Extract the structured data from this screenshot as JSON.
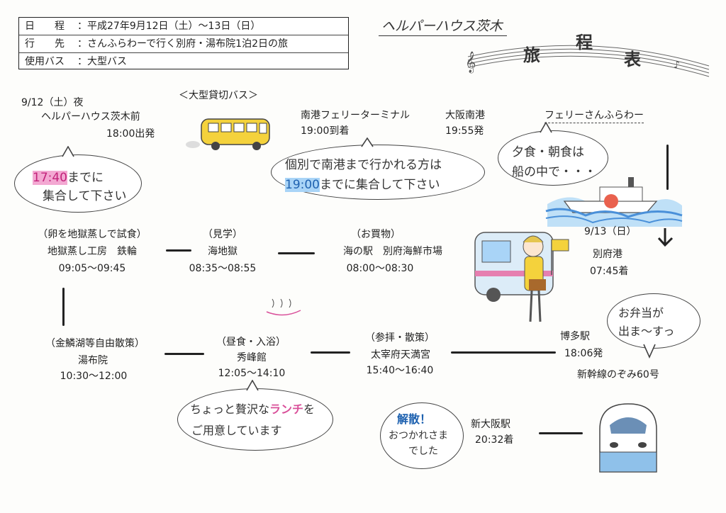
{
  "header": {
    "rows": [
      {
        "label": "日　　程",
        "value": "平成27年9月12日（土）～13日（日）"
      },
      {
        "label": "行　　先",
        "value": "さんふらわーで行く別府・湯布院1泊2日の旅"
      },
      {
        "label": "使用バス",
        "value": "大型バス"
      }
    ],
    "org": "ヘルパーハウス茨木",
    "title_chars": [
      "旅",
      "程",
      "表"
    ]
  },
  "bus_label": "＜大型貸切バス＞",
  "ferry_label": "フェリーさんふらわー",
  "stops": {
    "start": {
      "date": "9/12（土）夜",
      "place": "ヘルパーハウス茨木前",
      "time": "18:00出発"
    },
    "nanko": {
      "place": "南港フェリーターミナル",
      "time": "19:00到着"
    },
    "osaka_nanko": {
      "place": "大阪南港",
      "time": "19:55発"
    },
    "beppu_port": {
      "date": "9/13（日）",
      "place": "別府港",
      "time": "07:45着"
    },
    "market": {
      "note": "（お買物）",
      "place": "海の駅　別府海鮮市場",
      "time": "08:00～08:30"
    },
    "umi_jigoku": {
      "note": "（見学）",
      "place": "海地獄",
      "time": "08:35～08:55"
    },
    "kamado": {
      "note": "（卵を地獄蒸しで試食）",
      "place": "地獄蒸し工房　鉄輪",
      "time": "09:05～09:45"
    },
    "yufuin": {
      "note": "（金鱗湖等自由散策）",
      "place": "湯布院",
      "time": "10:30～12:00"
    },
    "shuhokan": {
      "note": "（昼食・入浴）",
      "place": "秀峰館",
      "time": "12:05～14:10"
    },
    "dazaifu": {
      "note": "（参拝・散策）",
      "place": "太宰府天満宮",
      "time": "15:40～16:40"
    },
    "hakata": {
      "place": "博多駅",
      "time": "18:06発",
      "train": "新幹線のぞみ60号"
    },
    "shin_osaka": {
      "place": "新大阪駅",
      "time": "20:32着"
    }
  },
  "bubbles": {
    "meet1": {
      "hl": "17:40",
      "rest": "までに",
      "line2": "集合して下さい"
    },
    "meet2": {
      "line1": "個別で南港まで行かれる方は",
      "hl": "19:00",
      "rest": "までに集合して下さい"
    },
    "meals": {
      "line1": "夕食・朝食は",
      "line2": "船の中で・・・"
    },
    "bento": {
      "line1": "お弁当が",
      "line2": "出ま～すっ"
    },
    "lunch": {
      "line1a": "ちょっと贅沢な",
      "hl": "ランチ",
      "line1b": "を",
      "line2": "ご用意しています"
    },
    "dismiss": {
      "line1": "解散！",
      "line2": "おつかれさま",
      "line3": "でした"
    }
  },
  "colors": {
    "highlight_pink": "#e86ab0",
    "highlight_blue": "#5aa7e8",
    "bus_yellow": "#f4d23c",
    "ferry_blue": "#4a90d9"
  }
}
